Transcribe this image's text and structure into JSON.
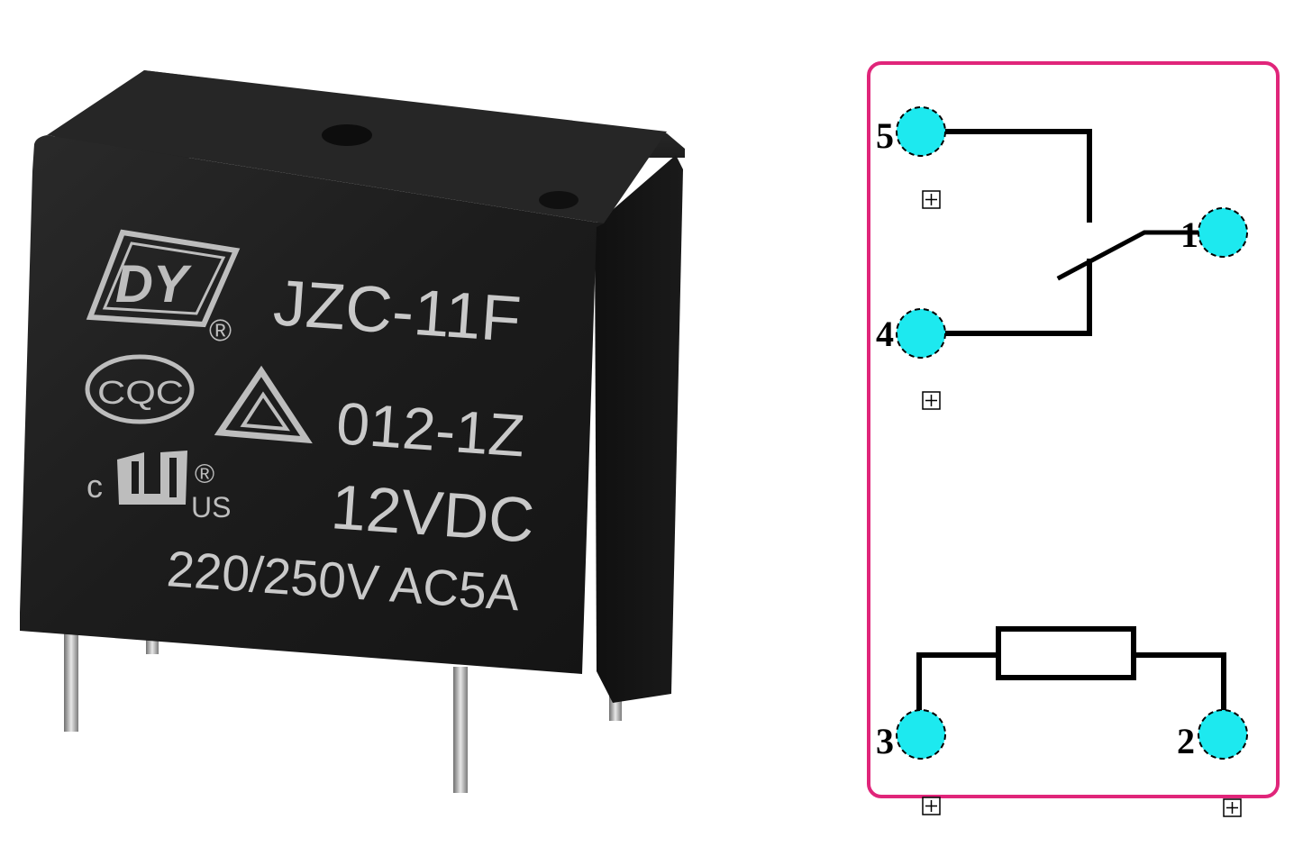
{
  "photo": {
    "model": "JZC-11F",
    "logo_mark": "DY",
    "registered_mark": "®",
    "cert_mark": "CQC",
    "ul_mark_left": "c",
    "ul_mark_right": "US",
    "variant": "012-1Z",
    "coil_voltage": "12VDC",
    "contact_rating": "220/250V AC5A"
  },
  "schematic": {
    "pins": [
      {
        "id": "5",
        "label": "5"
      },
      {
        "id": "1",
        "label": "1"
      },
      {
        "id": "4",
        "label": "4"
      },
      {
        "id": "3",
        "label": "3"
      },
      {
        "id": "2",
        "label": "2"
      }
    ],
    "colors": {
      "border": "#e0257a",
      "pin_fill": "#1de9ef",
      "wire": "#000000"
    }
  }
}
